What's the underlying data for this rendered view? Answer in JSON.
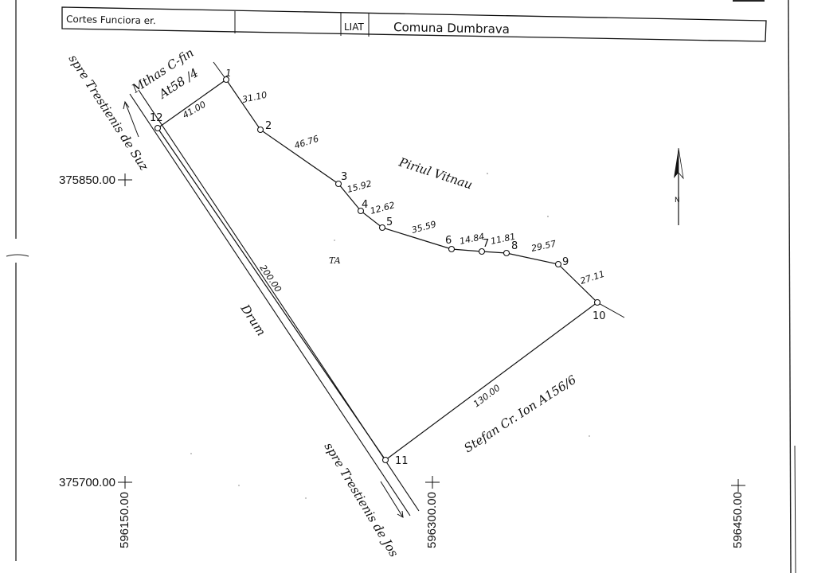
{
  "header": {
    "cell1": "Cortes Funciora er.",
    "cell3": "LIAT",
    "cell4": "Comuna Dumbrava"
  },
  "points": [
    {
      "id": "1",
      "label": "1"
    },
    {
      "id": "2",
      "label": "2"
    },
    {
      "id": "3",
      "label": "3"
    },
    {
      "id": "4",
      "label": "4"
    },
    {
      "id": "5",
      "label": "5"
    },
    {
      "id": "6",
      "label": "6"
    },
    {
      "id": "7",
      "label": "7"
    },
    {
      "id": "8",
      "label": "8"
    },
    {
      "id": "9",
      "label": "9"
    },
    {
      "id": "10",
      "label": "10"
    },
    {
      "id": "11",
      "label": "11"
    },
    {
      "id": "12",
      "label": "12"
    }
  ],
  "distances": {
    "d12_1": "41.00",
    "d1_2": "31.10",
    "d2_3": "46.76",
    "d3_4": "15.92",
    "d4_5": "12.62",
    "d5_6": "35.59",
    "d6_7": "14.84",
    "d7_8": "11.81",
    "d8_9": "29.57",
    "d9_10": "27.11",
    "d10_11": "130.00",
    "d11_12": "200.00"
  },
  "labels": {
    "neighbor_top": "Mthas C-fin",
    "neighbor_top_code": "At58 /4",
    "road_north": "spre Trestienis de Suz",
    "road_south": "spre Trestienis de Jos",
    "road": "Drum",
    "stream": "Piriul Vitnau",
    "parcel_use": "TA",
    "neighbor_bottom": "Stefan Cr. Ion A156/6",
    "north": "N"
  },
  "coords": {
    "y_top": "375850.00",
    "y_bottom": "375700.00",
    "x_left": "596150.00",
    "x_mid": "596300.00",
    "x_right": "596450.00"
  }
}
